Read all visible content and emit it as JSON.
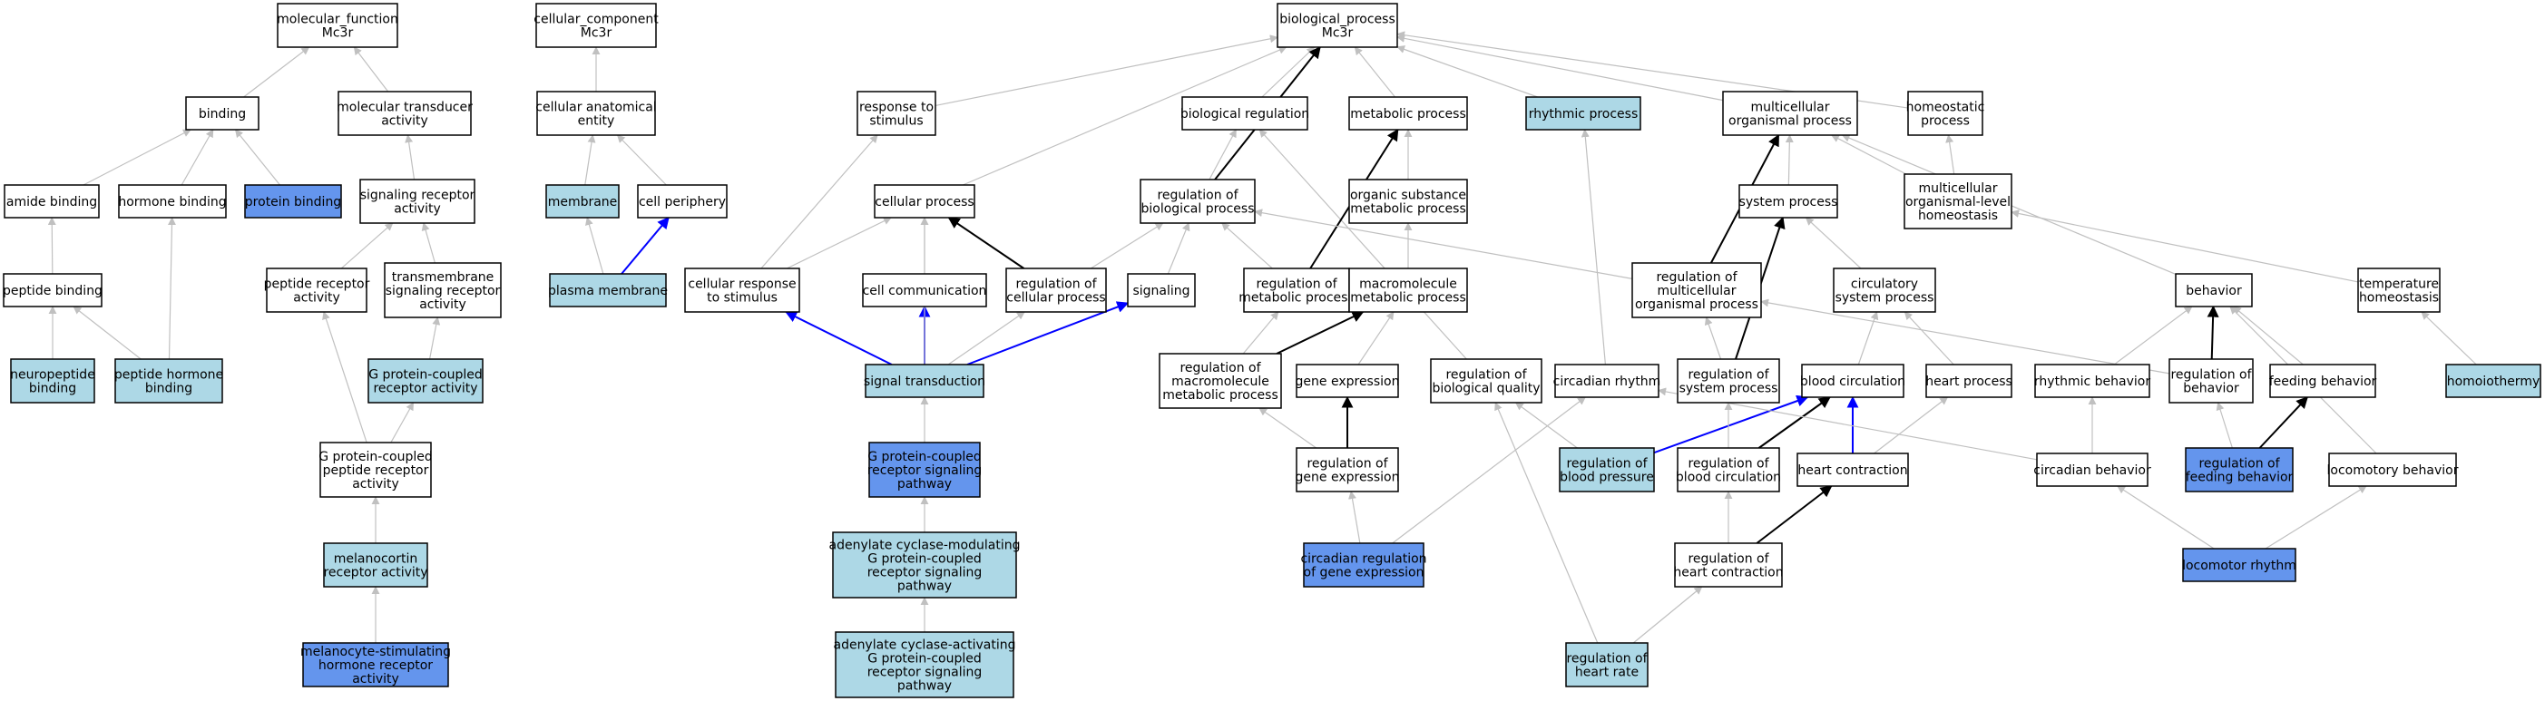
{
  "colors": {
    "white": "#ffffff",
    "light": "#add8e6",
    "dark": "#6495ed",
    "edge_gray": "#c0c0c0",
    "edge_black": "#000000",
    "edge_blue": "#0000ff"
  },
  "nodes": [
    {
      "id": "mf",
      "lines": [
        "molecular_function",
        "Mc3r"
      ],
      "fill": "white"
    },
    {
      "id": "cc",
      "lines": [
        "cellular_component",
        "Mc3r"
      ],
      "fill": "white"
    },
    {
      "id": "bp",
      "lines": [
        "biological_process",
        "Mc3r"
      ],
      "fill": "white"
    },
    {
      "id": "binding",
      "lines": [
        "binding"
      ],
      "fill": "white"
    },
    {
      "id": "moltrans",
      "lines": [
        "molecular transducer",
        "activity"
      ],
      "fill": "white"
    },
    {
      "id": "cae",
      "lines": [
        "cellular anatomical",
        "entity"
      ],
      "fill": "white"
    },
    {
      "id": "rts",
      "lines": [
        "response to",
        "stimulus"
      ],
      "fill": "white"
    },
    {
      "id": "bioreg",
      "lines": [
        "biological regulation"
      ],
      "fill": "white"
    },
    {
      "id": "metab",
      "lines": [
        "metabolic process"
      ],
      "fill": "white"
    },
    {
      "id": "rhythmic",
      "lines": [
        "rhythmic process"
      ],
      "fill": "light"
    },
    {
      "id": "multi",
      "lines": [
        "multicellular",
        "organismal process"
      ],
      "fill": "white"
    },
    {
      "id": "homeo",
      "lines": [
        "homeostatic",
        "process"
      ],
      "fill": "white"
    },
    {
      "id": "amide",
      "lines": [
        "amide binding"
      ],
      "fill": "white"
    },
    {
      "id": "hormone",
      "lines": [
        "hormone binding"
      ],
      "fill": "white"
    },
    {
      "id": "protein",
      "lines": [
        "protein binding"
      ],
      "fill": "dark"
    },
    {
      "id": "srecact",
      "lines": [
        "signaling receptor",
        "activity"
      ],
      "fill": "white"
    },
    {
      "id": "membrane",
      "lines": [
        "membrane"
      ],
      "fill": "light"
    },
    {
      "id": "cellper",
      "lines": [
        "cell periphery"
      ],
      "fill": "white"
    },
    {
      "id": "cellproc",
      "lines": [
        "cellular process"
      ],
      "fill": "white"
    },
    {
      "id": "regbio",
      "lines": [
        "regulation of",
        "biological process"
      ],
      "fill": "white"
    },
    {
      "id": "orgsub",
      "lines": [
        "organic substance",
        "metabolic process"
      ],
      "fill": "white"
    },
    {
      "id": "sysproc",
      "lines": [
        "system process"
      ],
      "fill": "white"
    },
    {
      "id": "mohomeo",
      "lines": [
        "multicellular",
        "organismal-level",
        "homeostasis"
      ],
      "fill": "white"
    },
    {
      "id": "pepbind",
      "lines": [
        "peptide binding"
      ],
      "fill": "white"
    },
    {
      "id": "peprecact",
      "lines": [
        "peptide receptor",
        "activity"
      ],
      "fill": "white"
    },
    {
      "id": "tmsra",
      "lines": [
        "transmembrane",
        "signaling receptor",
        "activity"
      ],
      "fill": "white"
    },
    {
      "id": "plasma",
      "lines": [
        "plasma membrane"
      ],
      "fill": "light"
    },
    {
      "id": "cellresp",
      "lines": [
        "cellular response",
        "to stimulus"
      ],
      "fill": "white"
    },
    {
      "id": "cellcomm",
      "lines": [
        "cell communication"
      ],
      "fill": "white"
    },
    {
      "id": "regcell",
      "lines": [
        "regulation of",
        "cellular process"
      ],
      "fill": "white"
    },
    {
      "id": "signaling",
      "lines": [
        "signaling"
      ],
      "fill": "white"
    },
    {
      "id": "regmetab",
      "lines": [
        "regulation of",
        "metabolic process"
      ],
      "fill": "white"
    },
    {
      "id": "macromol",
      "lines": [
        "macromolecule",
        "metabolic process"
      ],
      "fill": "white"
    },
    {
      "id": "regmop",
      "lines": [
        "regulation of",
        "multicellular",
        "organismal process"
      ],
      "fill": "white"
    },
    {
      "id": "circsys",
      "lines": [
        "circulatory",
        "system process"
      ],
      "fill": "white"
    },
    {
      "id": "behavior",
      "lines": [
        "behavior"
      ],
      "fill": "white"
    },
    {
      "id": "temphomeo",
      "lines": [
        "temperature",
        "homeostasis"
      ],
      "fill": "white"
    },
    {
      "id": "neuro",
      "lines": [
        "neuropeptide",
        "binding"
      ],
      "fill": "light"
    },
    {
      "id": "pephorm",
      "lines": [
        "peptide hormone",
        "binding"
      ],
      "fill": "light"
    },
    {
      "id": "gpcract",
      "lines": [
        "G protein-coupled",
        "receptor activity"
      ],
      "fill": "light"
    },
    {
      "id": "sigtrans",
      "lines": [
        "signal transduction"
      ],
      "fill": "light"
    },
    {
      "id": "regmacro",
      "lines": [
        "regulation of",
        "macromolecule",
        "metabolic process"
      ],
      "fill": "white"
    },
    {
      "id": "geneexp",
      "lines": [
        "gene expression"
      ],
      "fill": "white"
    },
    {
      "id": "regbq",
      "lines": [
        "regulation of",
        "biological quality"
      ],
      "fill": "white"
    },
    {
      "id": "circrhythm",
      "lines": [
        "circadian rhythm"
      ],
      "fill": "white"
    },
    {
      "id": "regsys",
      "lines": [
        "regulation of",
        "system process"
      ],
      "fill": "white"
    },
    {
      "id": "bloodcirc",
      "lines": [
        "blood circulation"
      ],
      "fill": "white"
    },
    {
      "id": "heartproc",
      "lines": [
        "heart process"
      ],
      "fill": "white"
    },
    {
      "id": "rhythbeh",
      "lines": [
        "rhythmic behavior"
      ],
      "fill": "white"
    },
    {
      "id": "regbeh",
      "lines": [
        "regulation of",
        "behavior"
      ],
      "fill": "white"
    },
    {
      "id": "feedbeh",
      "lines": [
        "feeding behavior"
      ],
      "fill": "white"
    },
    {
      "id": "homoio",
      "lines": [
        "homoiothermy"
      ],
      "fill": "light"
    },
    {
      "id": "gpcpra",
      "lines": [
        "G protein-coupled",
        "peptide receptor",
        "activity"
      ],
      "fill": "white"
    },
    {
      "id": "gpcrsp",
      "lines": [
        "G protein-coupled",
        "receptor signaling",
        "pathway"
      ],
      "fill": "dark"
    },
    {
      "id": "reggene",
      "lines": [
        "regulation of",
        "gene expression"
      ],
      "fill": "white"
    },
    {
      "id": "regbp",
      "lines": [
        "regulation of",
        "blood pressure"
      ],
      "fill": "light"
    },
    {
      "id": "regbc",
      "lines": [
        "regulation of",
        "blood circulation"
      ],
      "fill": "white"
    },
    {
      "id": "heartcon",
      "lines": [
        "heart contraction"
      ],
      "fill": "white"
    },
    {
      "id": "circbeh",
      "lines": [
        "circadian behavior"
      ],
      "fill": "white"
    },
    {
      "id": "regfeed",
      "lines": [
        "regulation of",
        "feeding behavior"
      ],
      "fill": "dark"
    },
    {
      "id": "locobeh",
      "lines": [
        "locomotory behavior"
      ],
      "fill": "white"
    },
    {
      "id": "melano",
      "lines": [
        "melanocortin",
        "receptor activity"
      ],
      "fill": "light"
    },
    {
      "id": "acmod",
      "lines": [
        "adenylate cyclase-modulating",
        "G protein-coupled",
        "receptor signaling",
        "pathway"
      ],
      "fill": "light"
    },
    {
      "id": "circreg",
      "lines": [
        "circadian regulation",
        "of gene expression"
      ],
      "fill": "dark"
    },
    {
      "id": "reghc",
      "lines": [
        "regulation of",
        "heart contraction"
      ],
      "fill": "white"
    },
    {
      "id": "locorhythm",
      "lines": [
        "locomotor rhythm"
      ],
      "fill": "dark"
    },
    {
      "id": "msh",
      "lines": [
        "melanocyte-stimulating",
        "hormone receptor",
        "activity"
      ],
      "fill": "dark"
    },
    {
      "id": "acact",
      "lines": [
        "adenylate cyclase-activating",
        "G protein-coupled",
        "receptor signaling",
        "pathway"
      ],
      "fill": "light"
    },
    {
      "id": "reghr",
      "lines": [
        "regulation of",
        "heart rate"
      ],
      "fill": "light"
    }
  ],
  "edges": [
    {
      "from": "binding",
      "to": "mf",
      "type": "gray"
    },
    {
      "from": "moltrans",
      "to": "mf",
      "type": "gray"
    },
    {
      "from": "amide",
      "to": "binding",
      "type": "gray"
    },
    {
      "from": "hormone",
      "to": "binding",
      "type": "gray"
    },
    {
      "from": "protein",
      "to": "binding",
      "type": "gray"
    },
    {
      "from": "srecact",
      "to": "moltrans",
      "type": "gray"
    },
    {
      "from": "pepbind",
      "to": "amide",
      "type": "gray"
    },
    {
      "from": "neuro",
      "to": "pepbind",
      "type": "gray"
    },
    {
      "from": "pephorm",
      "to": "pepbind",
      "type": "gray"
    },
    {
      "from": "pephorm",
      "to": "hormone",
      "type": "gray"
    },
    {
      "from": "peprecact",
      "to": "srecact",
      "type": "gray"
    },
    {
      "from": "tmsra",
      "to": "srecact",
      "type": "gray"
    },
    {
      "from": "gpcract",
      "to": "tmsra",
      "type": "gray"
    },
    {
      "from": "gpcpra",
      "to": "peprecact",
      "type": "gray"
    },
    {
      "from": "gpcpra",
      "to": "gpcract",
      "type": "gray"
    },
    {
      "from": "melano",
      "to": "gpcpra",
      "type": "gray"
    },
    {
      "from": "msh",
      "to": "melano",
      "type": "gray"
    },
    {
      "from": "cae",
      "to": "cc",
      "type": "gray"
    },
    {
      "from": "membrane",
      "to": "cae",
      "type": "gray"
    },
    {
      "from": "cellper",
      "to": "cae",
      "type": "gray"
    },
    {
      "from": "plasma",
      "to": "membrane",
      "type": "gray"
    },
    {
      "from": "plasma",
      "to": "cellper",
      "type": "blue"
    },
    {
      "from": "rts",
      "to": "bp",
      "type": "gray"
    },
    {
      "from": "bioreg",
      "to": "bp",
      "type": "gray"
    },
    {
      "from": "metab",
      "to": "bp",
      "type": "gray"
    },
    {
      "from": "rhythmic",
      "to": "bp",
      "type": "gray"
    },
    {
      "from": "multi",
      "to": "bp",
      "type": "gray"
    },
    {
      "from": "homeo",
      "to": "bp",
      "type": "gray"
    },
    {
      "from": "cellproc",
      "to": "bp",
      "type": "gray"
    },
    {
      "from": "regbio",
      "to": "bp",
      "type": "black"
    },
    {
      "from": "regbio",
      "to": "bioreg",
      "type": "gray"
    },
    {
      "from": "orgsub",
      "to": "metab",
      "type": "gray"
    },
    {
      "from": "regbq",
      "to": "bioreg",
      "type": "gray"
    },
    {
      "from": "sysproc",
      "to": "multi",
      "type": "gray"
    },
    {
      "from": "mohomeo",
      "to": "multi",
      "type": "gray"
    },
    {
      "from": "mohomeo",
      "to": "homeo",
      "type": "gray"
    },
    {
      "from": "behavior",
      "to": "multi",
      "type": "gray"
    },
    {
      "from": "cellresp",
      "to": "rts",
      "type": "gray"
    },
    {
      "from": "cellresp",
      "to": "cellproc",
      "type": "gray"
    },
    {
      "from": "cellcomm",
      "to": "cellproc",
      "type": "gray"
    },
    {
      "from": "regcell",
      "to": "cellproc",
      "type": "black"
    },
    {
      "from": "regcell",
      "to": "regbio",
      "type": "gray"
    },
    {
      "from": "signaling",
      "to": "regbio",
      "type": "gray"
    },
    {
      "from": "regmetab",
      "to": "regbio",
      "type": "gray"
    },
    {
      "from": "regmetab",
      "to": "metab",
      "type": "black"
    },
    {
      "from": "macromol",
      "to": "orgsub",
      "type": "gray"
    },
    {
      "from": "regmop",
      "to": "regbio",
      "type": "gray"
    },
    {
      "from": "regmop",
      "to": "multi",
      "type": "black"
    },
    {
      "from": "circsys",
      "to": "sysproc",
      "type": "gray"
    },
    {
      "from": "temphomeo",
      "to": "mohomeo",
      "type": "gray"
    },
    {
      "from": "homoio",
      "to": "temphomeo",
      "type": "gray"
    },
    {
      "from": "sigtrans",
      "to": "cellresp",
      "type": "blue"
    },
    {
      "from": "sigtrans",
      "to": "cellcomm",
      "type": "blue"
    },
    {
      "from": "sigtrans",
      "to": "signaling",
      "type": "blue"
    },
    {
      "from": "sigtrans",
      "to": "regcell",
      "type": "gray"
    },
    {
      "from": "sigtrans",
      "to": "cellproc",
      "type": "gray"
    },
    {
      "from": "gpcrsp",
      "to": "sigtrans",
      "type": "gray"
    },
    {
      "from": "acmod",
      "to": "gpcrsp",
      "type": "gray"
    },
    {
      "from": "acact",
      "to": "acmod",
      "type": "gray"
    },
    {
      "from": "regmacro",
      "to": "regmetab",
      "type": "gray"
    },
    {
      "from": "regmacro",
      "to": "macromol",
      "type": "black"
    },
    {
      "from": "geneexp",
      "to": "macromol",
      "type": "gray"
    },
    {
      "from": "reggene",
      "to": "regmacro",
      "type": "gray"
    },
    {
      "from": "reggene",
      "to": "geneexp",
      "type": "black"
    },
    {
      "from": "circreg",
      "to": "reggene",
      "type": "gray"
    },
    {
      "from": "circreg",
      "to": "circrhythm",
      "type": "gray"
    },
    {
      "from": "circrhythm",
      "to": "rhythmic",
      "type": "gray"
    },
    {
      "from": "regsys",
      "to": "regmop",
      "type": "gray"
    },
    {
      "from": "regsys",
      "to": "sysproc",
      "type": "black"
    },
    {
      "from": "bloodcirc",
      "to": "circsys",
      "type": "gray"
    },
    {
      "from": "heartproc",
      "to": "circsys",
      "type": "gray"
    },
    {
      "from": "regbp",
      "to": "regbq",
      "type": "gray"
    },
    {
      "from": "regbp",
      "to": "bloodcirc",
      "type": "blue"
    },
    {
      "from": "regbc",
      "to": "regsys",
      "type": "gray"
    },
    {
      "from": "regbc",
      "to": "bloodcirc",
      "type": "black"
    },
    {
      "from": "heartcon",
      "to": "bloodcirc",
      "type": "blue"
    },
    {
      "from": "heartcon",
      "to": "heartproc",
      "type": "gray"
    },
    {
      "from": "reghc",
      "to": "regbc",
      "type": "gray"
    },
    {
      "from": "reghc",
      "to": "heartcon",
      "type": "black"
    },
    {
      "from": "reghr",
      "to": "reghc",
      "type": "gray"
    },
    {
      "from": "reghr",
      "to": "regbq",
      "type": "gray"
    },
    {
      "from": "rhythbeh",
      "to": "behavior",
      "type": "gray"
    },
    {
      "from": "regbeh",
      "to": "behavior",
      "type": "black"
    },
    {
      "from": "regbeh",
      "to": "regmop",
      "type": "gray"
    },
    {
      "from": "feedbeh",
      "to": "behavior",
      "type": "gray"
    },
    {
      "from": "regfeed",
      "to": "regbeh",
      "type": "gray"
    },
    {
      "from": "regfeed",
      "to": "feedbeh",
      "type": "black"
    },
    {
      "from": "circbeh",
      "to": "rhythbeh",
      "type": "gray"
    },
    {
      "from": "circbeh",
      "to": "circrhythm",
      "type": "gray"
    },
    {
      "from": "locobeh",
      "to": "behavior",
      "type": "gray"
    },
    {
      "from": "locorhythm",
      "to": "circbeh",
      "type": "gray"
    },
    {
      "from": "locorhythm",
      "to": "locobeh",
      "type": "gray"
    }
  ]
}
